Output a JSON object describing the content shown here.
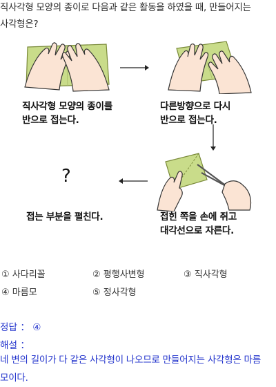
{
  "question": {
    "line1": "직사각형 모양의 종이로 다음과 같은 활동을 하였을 때, 만들어지는",
    "line2": "사각형은?"
  },
  "steps": {
    "step1": {
      "line1": "직사각형 모양의 종이를",
      "line2": "반으로 접는다."
    },
    "step2": {
      "line1": "다른방향으로 다시",
      "line2": "반으로 접는다."
    },
    "step3": {
      "line1": "접힌 쪽을 손에 쥐고",
      "line2": "대각선으로 자른다."
    },
    "step4": {
      "line1": "접는 부분을 펼친다."
    },
    "unknown": "?"
  },
  "choices": [
    {
      "num": "①",
      "label": "사다리꼴"
    },
    {
      "num": "②",
      "label": "평행사변형"
    },
    {
      "num": "③",
      "label": "직사각형"
    },
    {
      "num": "④",
      "label": "마름모"
    },
    {
      "num": "⑤",
      "label": "정사각형"
    }
  ],
  "answer": {
    "label": "정답 ：",
    "value": "④",
    "explain_label": "해설 ：",
    "explain_line1": "네 변의 길이가 다 같은 사각형이 나오므로 만들어지는 사각형은 마름",
    "explain_line2": "모이다."
  },
  "colors": {
    "paper": "#c9dc8a",
    "paper_edge": "#7a8a3a",
    "skin": "#fbe4d4",
    "answer": "#2233cc"
  }
}
